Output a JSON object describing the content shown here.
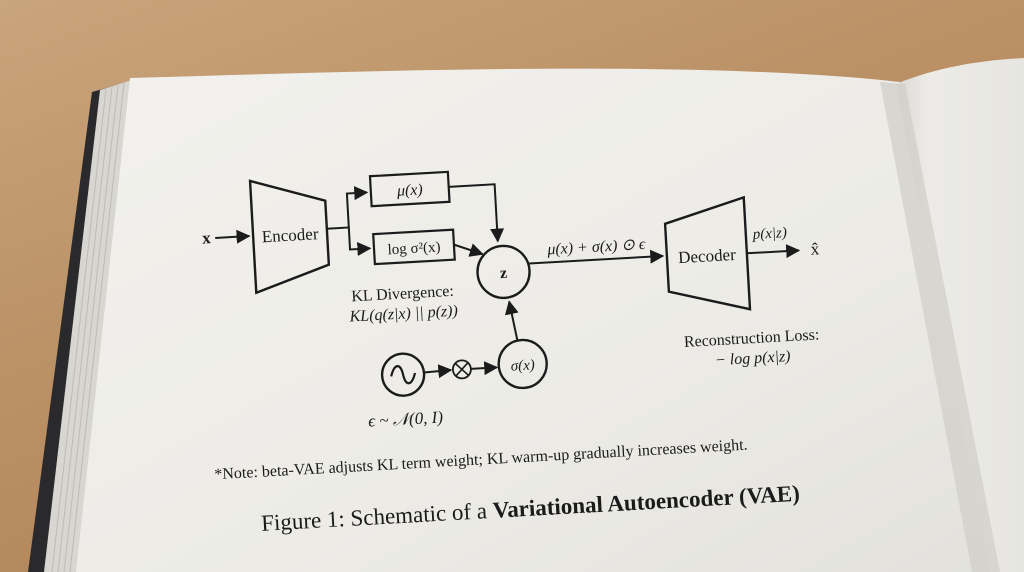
{
  "diagram": {
    "input_label": "x",
    "encoder_label": "Encoder",
    "mu_label": "μ(x)",
    "logvar_label": "log σ²(x)",
    "kl_title": "KL Divergence:",
    "kl_formula": "KL(q(z|x) || p(z))",
    "z_label": "z",
    "reparam_label": "μ(x) + σ(x) ⊙ ϵ",
    "decoder_label": "Decoder",
    "decoder_output_label": "p(x|z)",
    "output_label": "x̂",
    "recon_title": "Reconstruction Loss:",
    "recon_formula": "− log p(x|z)",
    "sigma_label": "σ(x)",
    "multiply_symbol": "⊗",
    "noise_symbol": "∿",
    "epsilon_label": "ϵ ~ 𝒩(0, I)"
  },
  "note": "*Note: beta-VAE adjusts KL term weight; KL warm-up gradually increases weight.",
  "caption": {
    "prefix": "Figure 1: Schematic of a ",
    "bold": "Variational Autoencoder (VAE)"
  },
  "colors": {
    "paper": "#efeeea",
    "ink": "#1b1b1b",
    "table": "#b98f63"
  }
}
